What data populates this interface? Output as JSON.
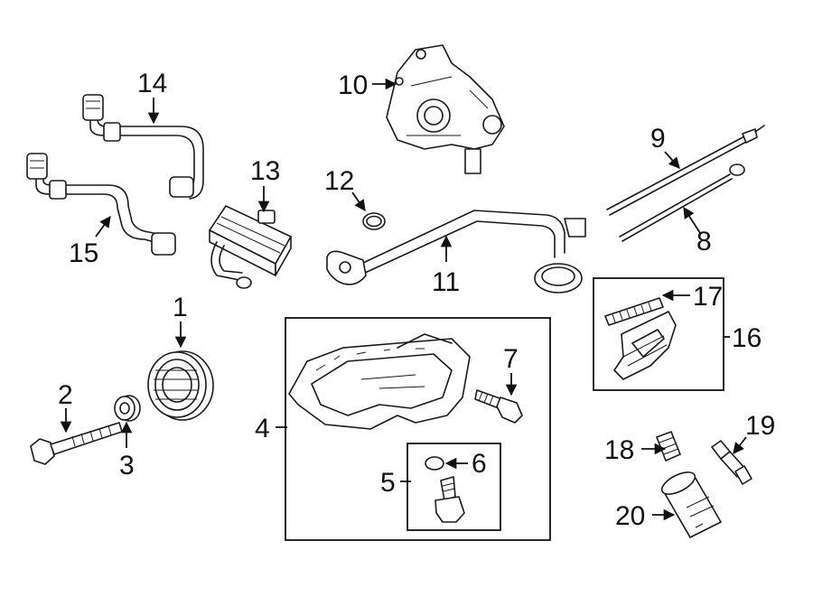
{
  "callouts": [
    {
      "id": "1",
      "text": "1"
    },
    {
      "id": "2",
      "text": "2"
    },
    {
      "id": "3",
      "text": "3"
    },
    {
      "id": "4",
      "text": "4"
    },
    {
      "id": "5",
      "text": "5"
    },
    {
      "id": "6",
      "text": "6"
    },
    {
      "id": "7",
      "text": "7"
    },
    {
      "id": "8",
      "text": "8"
    },
    {
      "id": "9",
      "text": "9"
    },
    {
      "id": "10",
      "text": "10"
    },
    {
      "id": "11",
      "text": "11"
    },
    {
      "id": "12",
      "text": "12"
    },
    {
      "id": "13",
      "text": "13"
    },
    {
      "id": "14",
      "text": "14"
    },
    {
      "id": "15",
      "text": "15"
    },
    {
      "id": "16",
      "text": "16"
    },
    {
      "id": "17",
      "text": "17"
    },
    {
      "id": "18",
      "text": "18"
    },
    {
      "id": "19",
      "text": "19"
    },
    {
      "id": "20",
      "text": "20"
    }
  ],
  "colors": {
    "line": "#1a1a1a",
    "background": "#ffffff"
  }
}
